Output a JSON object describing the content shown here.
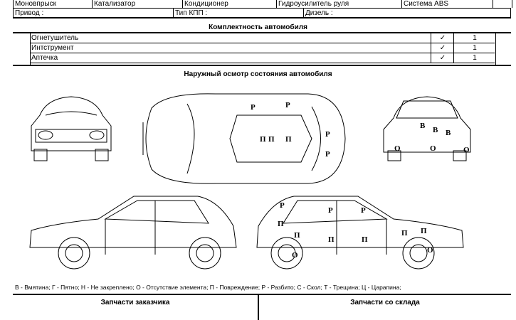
{
  "options": [
    "Моновпрыск",
    "Катализатор",
    "Кондиционер",
    "Гидроусилитель руля",
    "Система ABS"
  ],
  "info": {
    "drive": "Привод :",
    "gearbox": "Тип КПП :",
    "diesel": "Дизель :"
  },
  "equipment": {
    "title": "Комплектность автомобиля",
    "items": [
      {
        "name": "Огнетушитель",
        "check": "✓",
        "qty": "1"
      },
      {
        "name": "Интструмент",
        "check": "✓",
        "qty": "1"
      },
      {
        "name": "Аптечка",
        "check": "✓",
        "qty": "1"
      }
    ]
  },
  "inspection": {
    "title": "Наружный осмотр состояния автомобиля",
    "top_marks": [
      "Р",
      "Р",
      "П",
      "П",
      "П",
      "Р",
      "Р"
    ],
    "rear_marks": [
      "В",
      "В",
      "В",
      "О",
      "О",
      "О"
    ],
    "side_marks": [
      "Р",
      "Р",
      "Р",
      "П",
      "П",
      "П",
      "П",
      "П",
      "П",
      "О",
      "О"
    ]
  },
  "legend": "В - Вмятина; Г - Пятно; Н - Не закреплено; О - Отсутствие элемента; П - Повреждение; Р - Разбито; С - Скол; Т - Трещина; Ц - Царапина;",
  "parts": {
    "customer": "Запчасти заказчика",
    "warehouse": "Запчасти со склада"
  }
}
